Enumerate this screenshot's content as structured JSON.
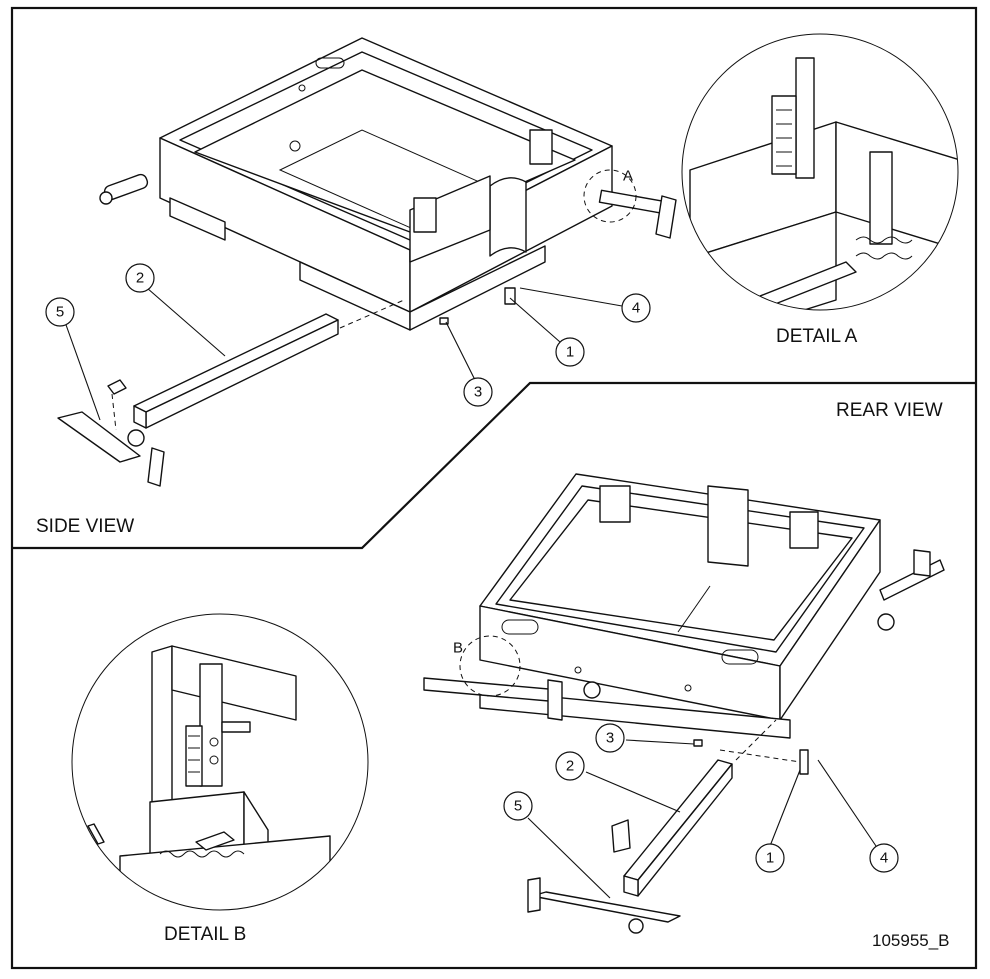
{
  "views": {
    "side_view": "SIDE VIEW",
    "rear_view": "REAR VIEW",
    "detail_a": "DETAIL A",
    "detail_b": "DETAIL B"
  },
  "detail_markers": {
    "a": "A",
    "b": "B"
  },
  "callouts": {
    "side": [
      "1",
      "2",
      "3",
      "4",
      "5"
    ],
    "rear": [
      "1",
      "2",
      "3",
      "4",
      "5"
    ]
  },
  "drawing_number": "105955_B"
}
